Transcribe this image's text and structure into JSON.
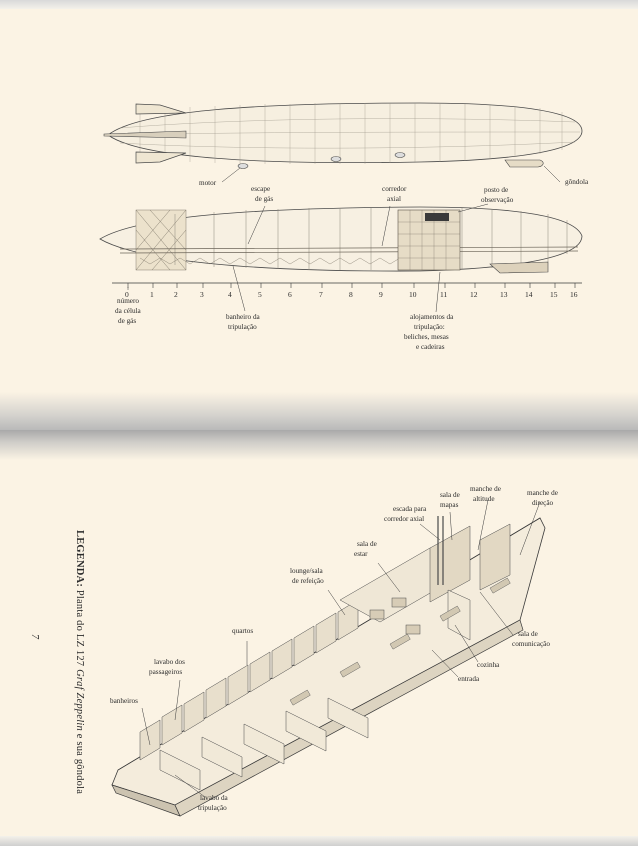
{
  "top_page": {
    "labels": {
      "motor": "motor",
      "escape_gas": [
        "escape",
        "de gás"
      ],
      "corredor_axial": [
        "corredor",
        "axial"
      ],
      "posto_observacao": [
        "posto de",
        "observação"
      ],
      "gondola": "gôndola",
      "numero_celula": [
        "número",
        "da célula",
        "de gás"
      ],
      "banheiro_tripulacao": [
        "banheiro da",
        "tripulação"
      ],
      "alojamentos": [
        "alojamentos da",
        "tripulação:",
        "beliches, mesas",
        "e cadeiras"
      ]
    },
    "cell_numbers": [
      "0",
      "1",
      "2",
      "3",
      "4",
      "5",
      "6",
      "7",
      "8",
      "9",
      "10",
      "11",
      "12",
      "13",
      "14",
      "15",
      "16"
    ]
  },
  "bottom_page": {
    "legend": {
      "prefix": "LEGENDA:",
      "title": "Planta do LZ 127",
      "italic": "Graf Zeppelin",
      "suffix": "e sua gôndola"
    },
    "page_number": "7",
    "labels": {
      "escada": [
        "escada para",
        "corredor axial"
      ],
      "sala_mapas": [
        "sala de",
        "mapas"
      ],
      "manche_altitude": [
        "manche de",
        "altitude"
      ],
      "manche_direcao": [
        "manche de",
        "direção"
      ],
      "sala_estar": [
        "sala de",
        "estar"
      ],
      "lounge": [
        "lounge/sala",
        "de refeição"
      ],
      "quartos": "quartos",
      "lavabo_passageiros": [
        "lavabo dos",
        "passageiros"
      ],
      "banheiros": "banheiros",
      "lavabo_tripulacao": [
        "lavabo da",
        "tripulação"
      ],
      "sala_comunicacao": [
        "sala de",
        "comunicação"
      ],
      "cozinha": "cozinha",
      "entrada": "entrada"
    }
  }
}
